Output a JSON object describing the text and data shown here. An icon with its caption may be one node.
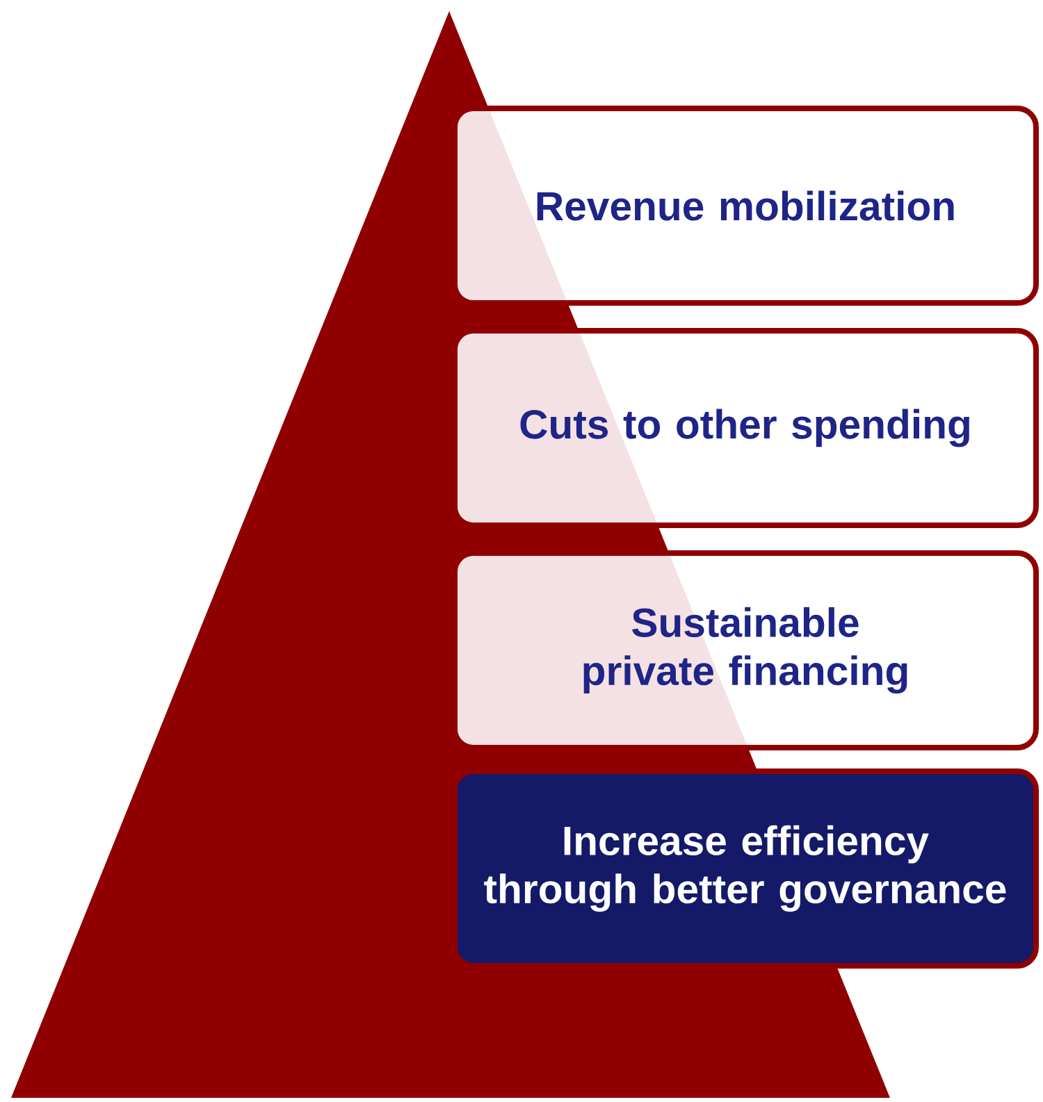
{
  "diagram": {
    "nodes": [
      {
        "text": [
          "Revenue mobilization"
        ]
      },
      {
        "text": [
          "Cuts to other spending"
        ]
      },
      {
        "text": [
          "Sustainable private financing"
        ]
      },
      {
        "text": [
          "Increase efficiency through better governance"
        ]
      }
    ],
    "edges": []
  }
}
